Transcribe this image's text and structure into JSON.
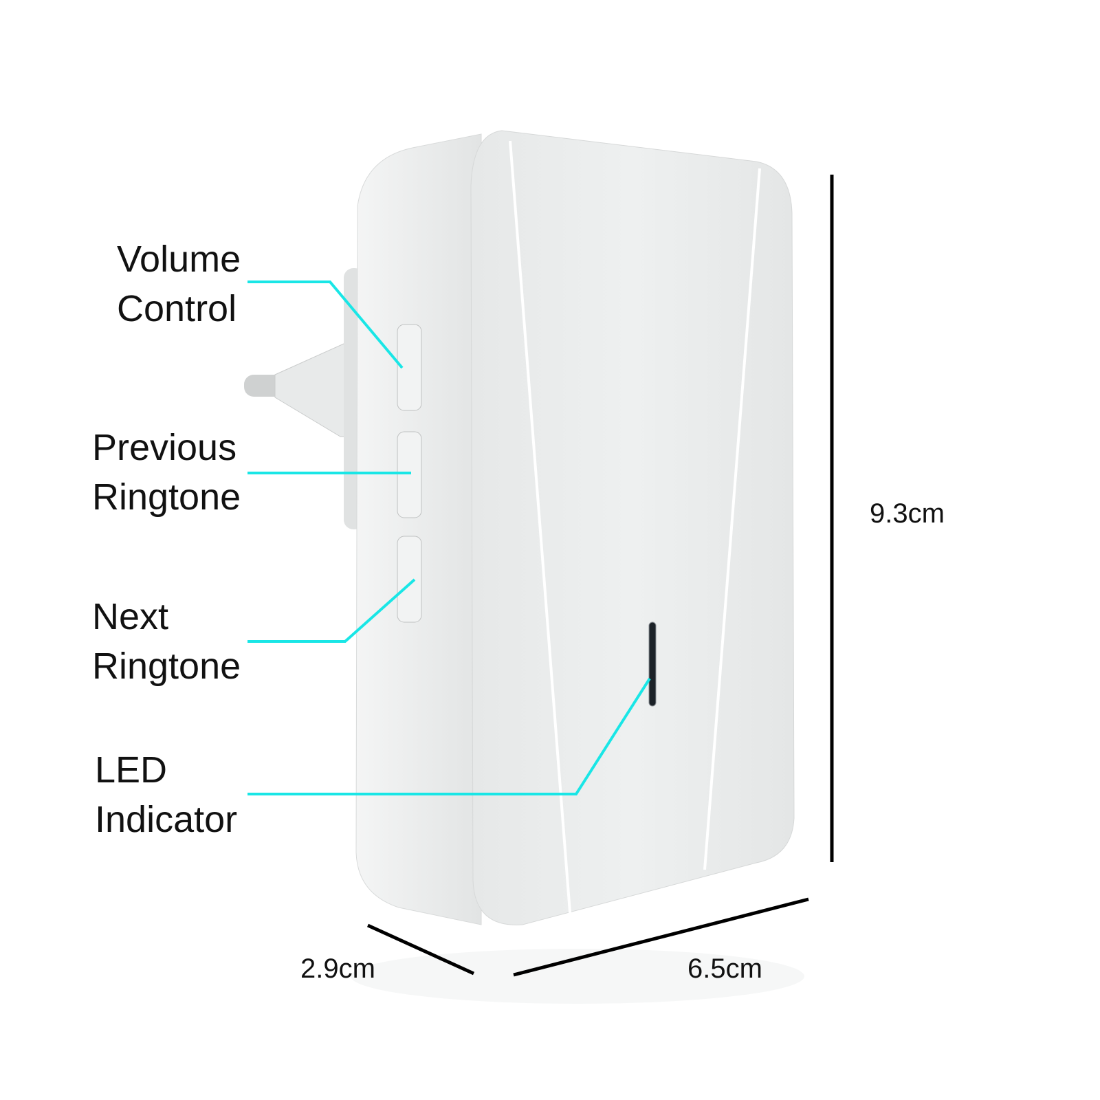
{
  "colors": {
    "callout_line": "#19e6e6",
    "dimension_line": "#000000",
    "device_body": "#eceeee"
  },
  "callouts": [
    {
      "line1": "Volume",
      "line2": "Control"
    },
    {
      "line1": "Previous",
      "line2": "Ringtone"
    },
    {
      "line1": "Next",
      "line2": "Ringtone"
    },
    {
      "line1": "LED",
      "line2": "Indicator"
    }
  ],
  "dimensions": {
    "height": "9.3cm",
    "depth": "2.9cm",
    "width": "6.5cm"
  }
}
